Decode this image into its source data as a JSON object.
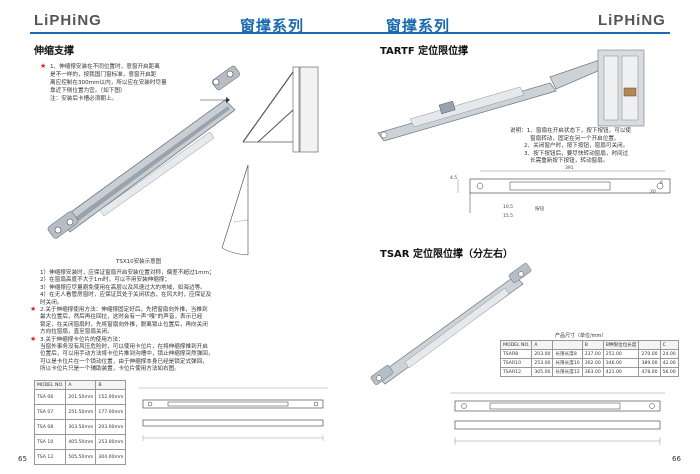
{
  "left": {
    "logo": "LiPHiNG",
    "series_title": "窗撑系列",
    "section_title": "伸缩支撑",
    "note_top": [
      "1、伸缩撑安装在不同位置时，意窗开启距离",
      "是不一样的，按我国门窗标准，意窗开启距",
      "离应控制在300mm以内，所以应在安装时尽量",
      "靠近下侧位置为宜。（如下图）",
      "注：安装后卡槽必须朝上。"
    ],
    "diagram_caption": "TSX10安装示意图",
    "note_bottom": [
      "1）伸缩撑安装时，应保证窗扇开启安装位置对称，偏差不超过1mm；",
      "2）在窗扇高度不大于1m时，可以不用安装伸缩撑；",
      "3）伸缩撑应尽量避免使用在高层以及风速过大的地域，如海边等。",
      "4）在无人看管房窗时，应保证其处于关闭状态，在风大时，应保证及",
      "时关闭。",
      "2.关于伸缩撑使用方法：伸缩撑固定好后，先把窗扇向外推，当推到",
      "最大位置后，然后再往回拉，这时会有一声“嘎”的声音，表示已经",
      "锁定，在关闭窗扇时，先将窗扇向外推，脱离锁止位置后，再向关闭",
      "方向拉窗扇，直至窗扇关闭。",
      "3.关于伸缩撑卡位片的使用方法：",
      "当窗外事务没有风压危险时，可以使用卡位片，在将伸缩撑推到开启",
      "位置后，可以用手动方法将卡位片推到沟槽中，锁止伸缩撑突然弹回，",
      "可以是卡位片在一个锁动位置，由于伸缩撑本身已经是锁定式弹回，",
      "所以卡位片只是一个辅助装置，卡位片使用方法如右图。"
    ],
    "table": {
      "headers": [
        "MODEL NO.",
        "A",
        "B"
      ],
      "rows": [
        [
          "TSA 06",
          "201.50mm",
          "152.00mm"
        ],
        [
          "TSA 07",
          "251.50mm",
          "177.00mm"
        ],
        [
          "TSA 08",
          "303.50mm",
          "203.00mm"
        ],
        [
          "TSA 10",
          "405.50mm",
          "253.00mm"
        ],
        [
          "TSA 12",
          "505.50mm",
          "304.00mm"
        ]
      ]
    },
    "page_number": "65"
  },
  "right": {
    "logo": "LiPHiNG",
    "series_title": "窗撑系列",
    "section1_title": "TARTF 定位限位撑",
    "section1_note": [
      "说明：1、窗扇在开启状态下，按下按钮，可以使",
      "窗扇转动，固定在另一个开启位置。",
      "2、关闭窗户时，按下按钮，窗扇可关闭。",
      "3、按下按钮后，要尽快转动窗扇，时间过",
      "长需重新按下按钮，转动窗扇。"
    ],
    "dims1": [
      "391",
      "4.5",
      "15.5",
      "10.5",
      "20",
      "6",
      "按钮"
    ],
    "section2_title": "TSAR 定位限位撑（分左右）",
    "table_title": "产品尺寸（单位/mm）",
    "table": {
      "headers": [
        "MODEL NO.",
        "A",
        "",
        "B",
        "B种限位位长度",
        "",
        "C"
      ],
      "rows": [
        [
          "TSAR8",
          "203.00",
          "长限长度8",
          "237.00",
          "251.00",
          "270.00",
          "24.00"
        ],
        [
          "TSAR10",
          "253.00",
          "长限长度10",
          "302.00",
          "346.00",
          "389.00",
          "42.00"
        ],
        [
          "TSAR12",
          "305.00",
          "长限长度12",
          "363.00",
          "421.00",
          "478.00",
          "56.00"
        ]
      ]
    },
    "page_number": "66"
  }
}
